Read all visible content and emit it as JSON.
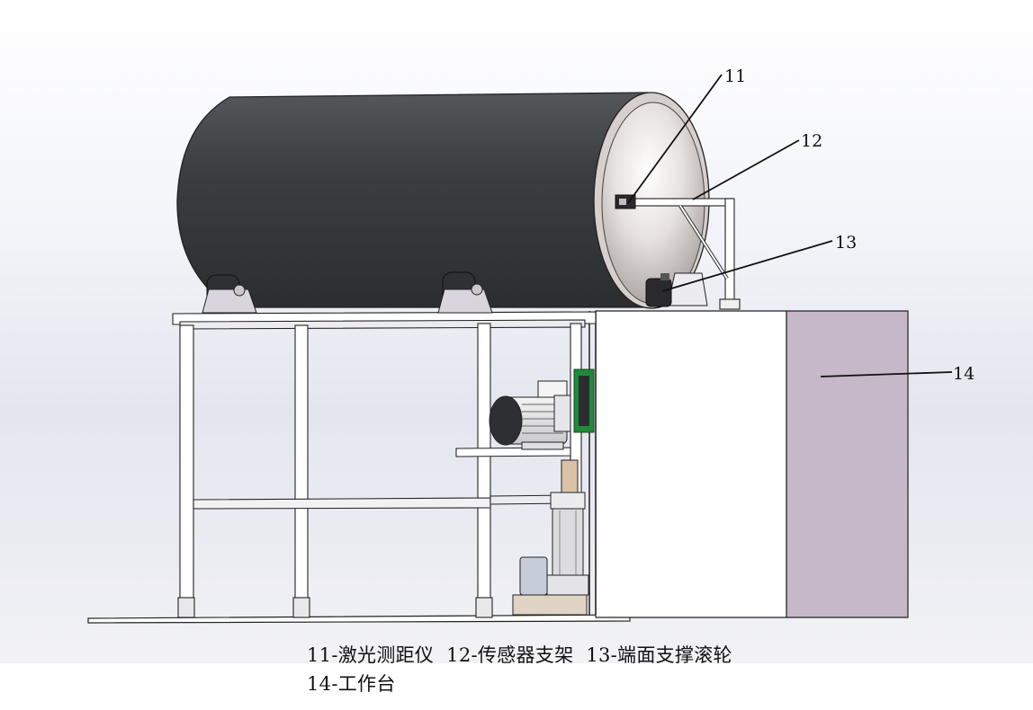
{
  "callouts": [
    {
      "number": "11"
    },
    {
      "number": "12"
    },
    {
      "number": "13"
    },
    {
      "number": "14"
    }
  ],
  "caption": {
    "line1": "11-激光测距仪  12-传感器支架  13-端面支撑滚轮",
    "line2": "14-工作台"
  },
  "colors": {
    "cylinder_body": "#3d3e42",
    "cylinder_inner": "#d6cfcb",
    "workbench_side": "#c6b8c8",
    "frame_tube": "#ffffff",
    "mount_green": "#1f8a3a"
  }
}
